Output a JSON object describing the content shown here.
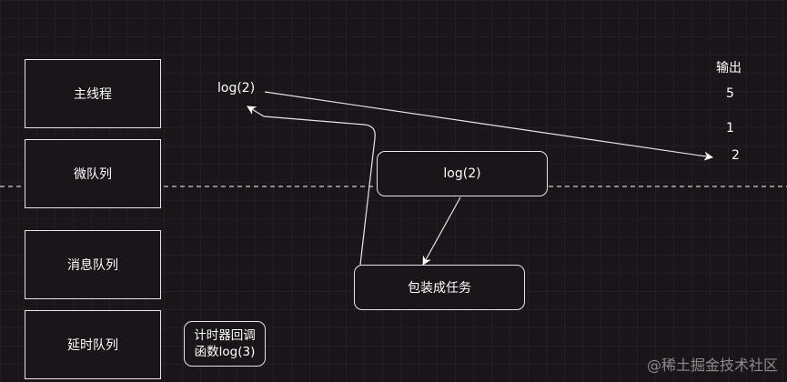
{
  "lanes": {
    "main_thread": "主线程",
    "micro_queue": "微队列",
    "message_queue": "消息队列",
    "delay_queue": "延时队列"
  },
  "main_log": "log(2)",
  "output": {
    "title": "输出",
    "values": [
      "5",
      "1",
      "2"
    ]
  },
  "floating_task": "log(2)",
  "wrap_task": "包装成任务",
  "timer_callback": {
    "line1": "计时器回调",
    "line2": "函数log(3)"
  },
  "watermark": "@稀土掘金技术社区",
  "colors": {
    "background": "#1a1519",
    "stroke": "#e6e6e6",
    "text": "#ffffff",
    "watermark": "#8d8a8c"
  }
}
